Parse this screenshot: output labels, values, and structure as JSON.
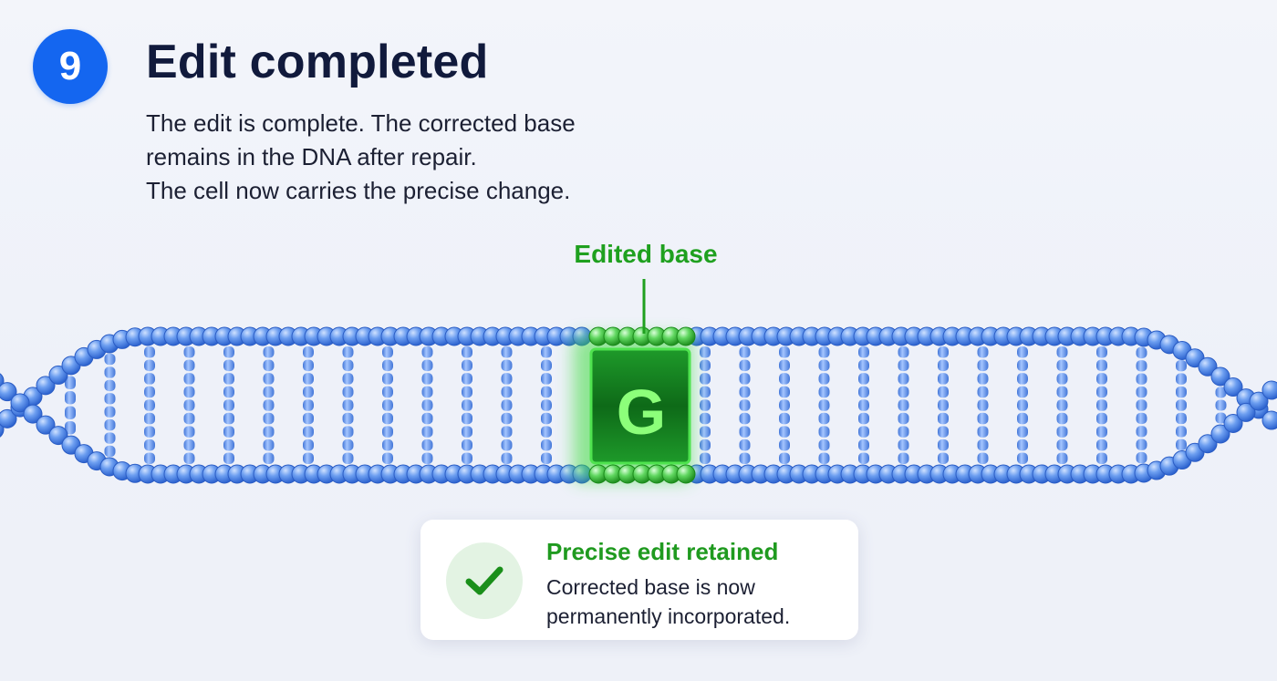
{
  "step": {
    "number": "9"
  },
  "header": {
    "title": "Edit completed",
    "description": [
      "The edit is complete. The corrected base",
      "remains in the DNA after repair.",
      "The cell now carries the precise change."
    ]
  },
  "diagram": {
    "edited_label": "Edited base",
    "edited_letter": "G"
  },
  "card": {
    "title": "Precise edit retained",
    "body": [
      "Corrected base is now",
      "permanently incorporated."
    ]
  },
  "icons": {
    "step": "step-number-badge",
    "status": "check-icon"
  },
  "colors": {
    "accent_blue": "#1466f0",
    "dna_blue": "#3a7ae0",
    "edited_green": "#1fa01f",
    "title_dark": "#111a3c"
  }
}
